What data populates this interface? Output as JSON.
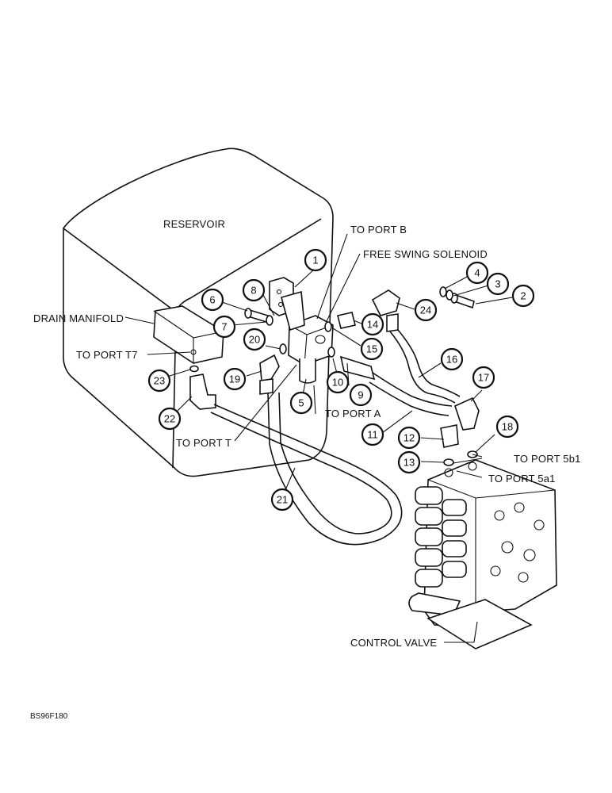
{
  "labels": {
    "reservoir": "RESERVOIR",
    "drain_manifold": "DRAIN MANIFOLD",
    "to_port_t7": "TO PORT T7",
    "to_port_b": "TO PORT B",
    "free_swing_solenoid": "FREE SWING SOLENOID",
    "to_port_a": "TO PORT A",
    "to_port_t": "TO PORT T",
    "to_port_5b1": "TO PORT 5b1",
    "to_port_5a1": "TO PORT 5a1",
    "control_valve": "CONTROL VALVE"
  },
  "callouts": [
    "1",
    "2",
    "3",
    "4",
    "5",
    "6",
    "7",
    "8",
    "9",
    "10",
    "11",
    "12",
    "13",
    "14",
    "15",
    "16",
    "17",
    "18",
    "19",
    "20",
    "21",
    "22",
    "23",
    "24"
  ],
  "figure_code": "BS96F180"
}
